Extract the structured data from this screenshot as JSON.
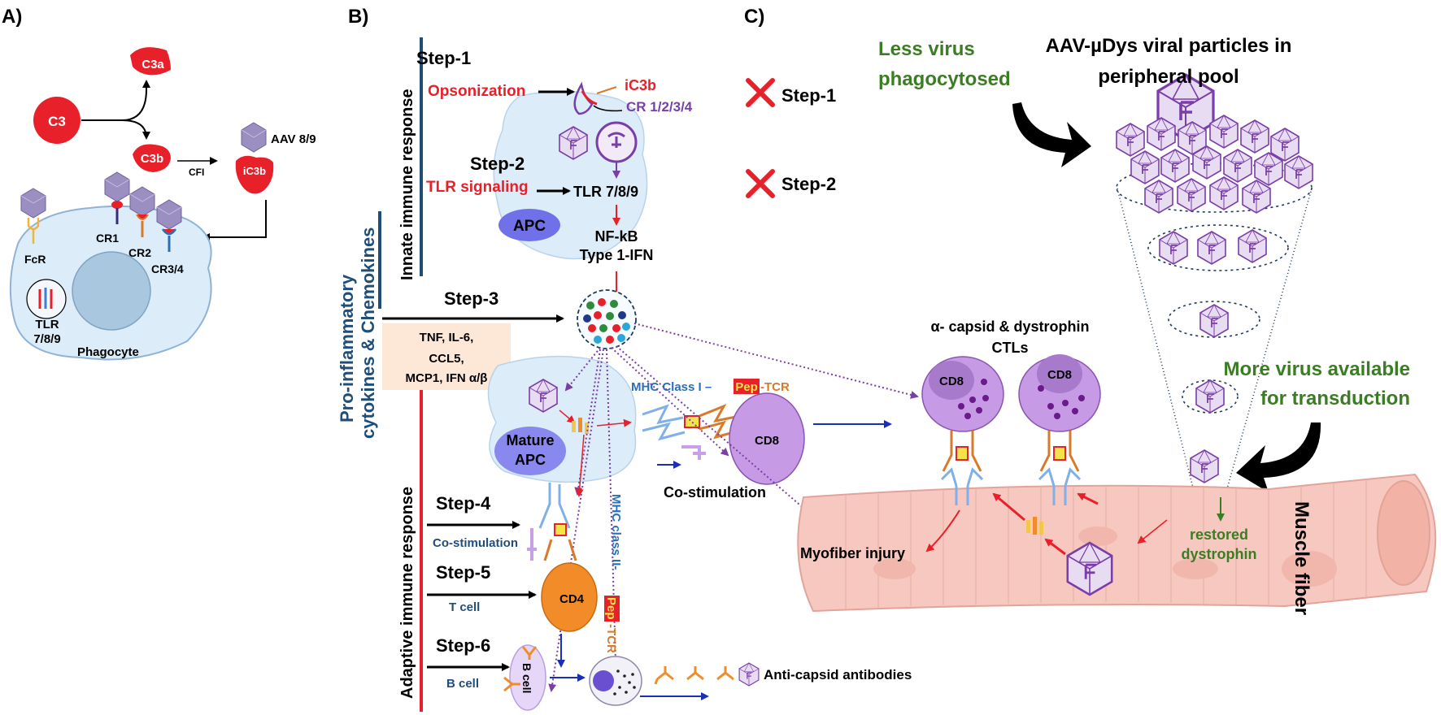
{
  "panel_labels": {
    "a": "A)",
    "b": "B)",
    "c": "C)"
  },
  "panel_a": {
    "c3": "C3",
    "c3a": "C3a",
    "c3b": "C3b",
    "cfi": "CFI",
    "ic3b": "iC3b",
    "aav": "AAV 8/9",
    "fcr": "FcR",
    "cr1": "CR1",
    "cr2": "CR2",
    "cr34": "CR3/4",
    "tlr": "TLR",
    "tlr_num": "7/8/9",
    "phagocyte": "Phagocyte"
  },
  "panel_b": {
    "innate": "Innate immune response",
    "proinflam_1": "Pro-inflammatory",
    "proinflam_2": "cytokines & Chemokines",
    "adaptive": "Adaptive immune response",
    "step1": "Step-1",
    "opsonization": "Opsonization",
    "ic3b": "iC3b",
    "cr": "CR 1/2/3/4",
    "step2": "Step-2",
    "tlr_signaling": "TLR signaling",
    "tlr789": "TLR 7/8/9",
    "apc": "APC",
    "nfkb": "NF-kB",
    "ifn": "Type 1-IFN",
    "step3": "Step-3",
    "cytokines": [
      "TNF, IL-6,",
      "CCL5,",
      "MCP1, IFN α/β"
    ],
    "mature_apc_1": "Mature",
    "mature_apc_2": "APC",
    "mhc1_a": "MHC  Class I –",
    "pep": "Pep",
    "tcr": "-TCR",
    "cd8": "CD8",
    "costim": "Co-stimulation",
    "step4": "Step-4",
    "costim_small": "Co-stimulation",
    "step5": "Step-5",
    "tcell": "T cell",
    "cd4": "CD4",
    "mhc2_a": "MHC  class II-",
    "mhc2_pep": "Pep",
    "mhc2_tcr": "-TCR",
    "step6": "Step-6",
    "bcell": "B cell",
    "bcell_label": "B cell",
    "antibodies": "Anti-capsid antibodies"
  },
  "panel_c": {
    "step1": "Step-1",
    "step2": "Step-2",
    "less_virus_1": "Less virus",
    "less_virus_2": "phagocytosed",
    "aav_title_1": "AAV-µDys viral particles in",
    "aav_title_2": "peripheral pool",
    "ctl_1": "α- capsid & dystrophin",
    "ctl_2": "CTLs",
    "cd8": "CD8",
    "more_virus_1": "More virus available",
    "more_virus_2": "for transduction",
    "muscle": "Muscle fiber",
    "myofiber_injury": "Myofiber injury",
    "restored_1": "restored",
    "restored_2": "dystrophin"
  },
  "colors": {
    "red": "#e8202a",
    "purple": "#7a3ea8",
    "green": "#3b7d23",
    "teal": "#1f4e79",
    "muscle": "#f7c8bf",
    "cell": "#dcecf9",
    "orange": "#f28c28"
  }
}
